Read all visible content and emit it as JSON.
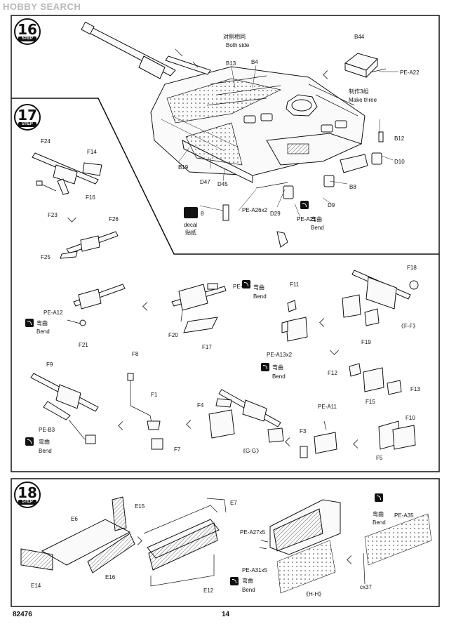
{
  "watermark": "HOBBY SEARCH",
  "steps": [
    "16",
    "17",
    "18"
  ],
  "step_word": "STEP",
  "step16": {
    "both_side_cn": "对侧相同",
    "both_side_en": "Both side",
    "make_three_cn": "制作3组",
    "make_three_en": "Make three",
    "bend_cn": "弯曲",
    "bend_en": "Bend",
    "decal_en": "decal",
    "decal_cn": "贴纸",
    "parts": [
      "B13",
      "B4",
      "B44",
      "PE-A22",
      "B12",
      "D10",
      "B8",
      "D9",
      "D29",
      "PE-A21",
      "PE-A26x2",
      "D45",
      "D47",
      "B19",
      "8"
    ]
  },
  "step17": {
    "bend_cn": "弯曲",
    "bend_en": "Bend",
    "view_ff": "《F-F》",
    "view_gg": "《G-G》",
    "parts": [
      "F24",
      "F14",
      "F16",
      "F23",
      "F26",
      "F25",
      "PE-A12",
      "F21",
      "F20",
      "PE-B4",
      "F17",
      "F11",
      "PE-A13x2",
      "F18",
      "F19",
      "F9",
      "PE-B3",
      "F8",
      "F1",
      "F7",
      "F4",
      "F3",
      "PE-A11",
      "F12",
      "F15",
      "F13",
      "F10",
      "F5"
    ]
  },
  "step18": {
    "bend_cn": "弯曲",
    "bend_en": "Bend",
    "view_hh": "《H-H》",
    "parts": [
      "E15",
      "E6",
      "E14",
      "E16",
      "E7",
      "E12",
      "PE-A27x5",
      "PE-A31x5",
      "PE-A35",
      "cx37"
    ]
  },
  "footer": {
    "code": "82476",
    "page": "14"
  }
}
